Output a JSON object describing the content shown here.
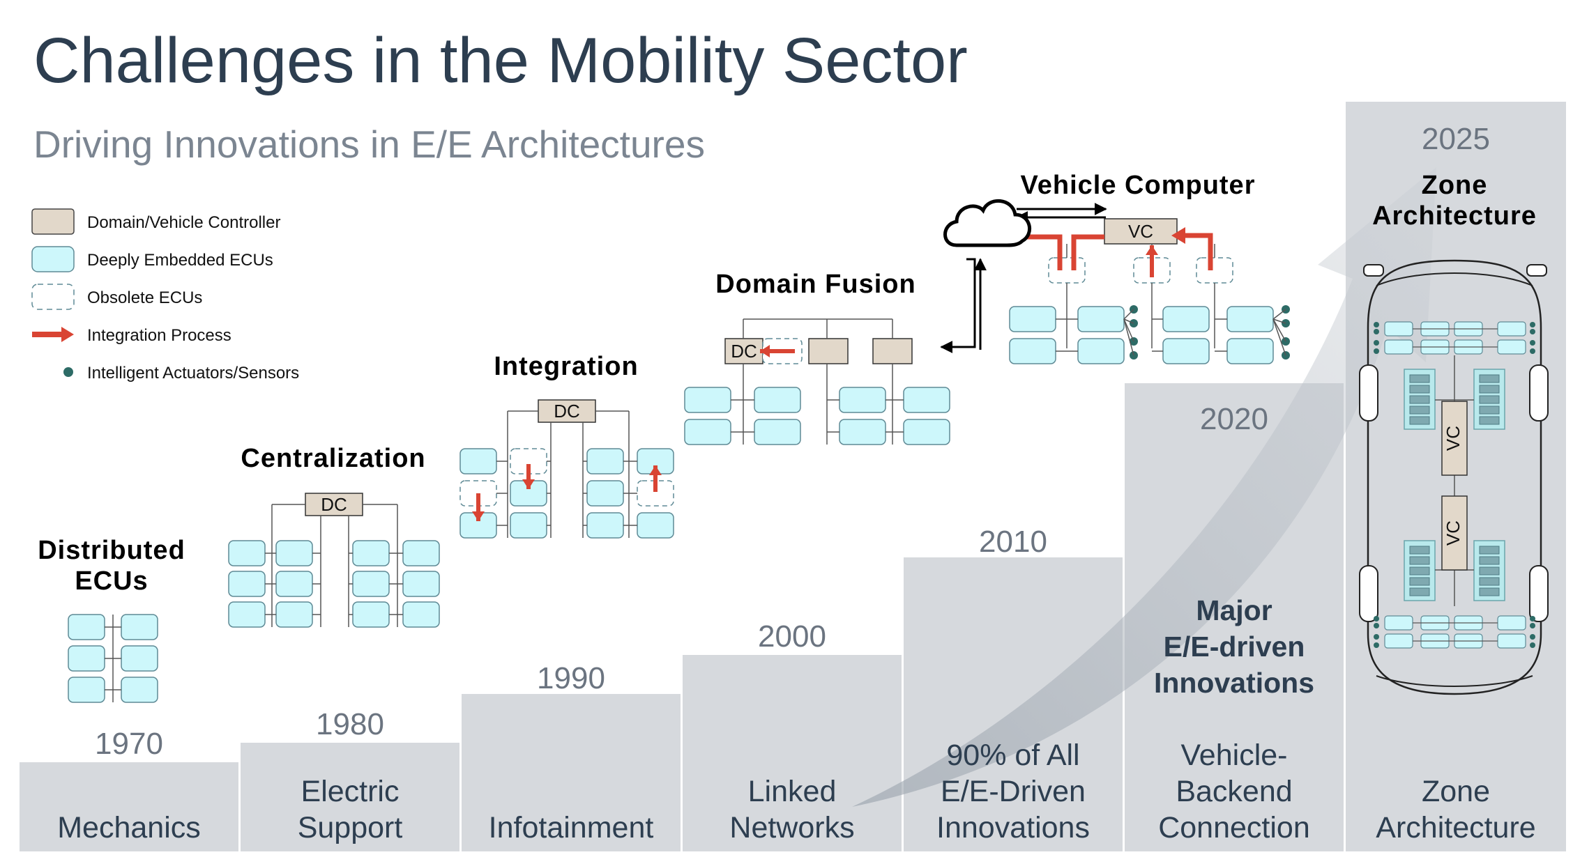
{
  "header": {
    "title": "Challenges in the Mobility Sector",
    "subtitle": "Driving Innovations in E/E Architectures"
  },
  "legend": [
    {
      "label": "Domain/Vehicle Controller",
      "icon": "controller-box"
    },
    {
      "label": "Deeply Embedded ECUs",
      "icon": "ecu-box"
    },
    {
      "label": "Obsolete ECUs",
      "icon": "dashed-box"
    },
    {
      "label": "Integration Process",
      "icon": "red-arrow"
    },
    {
      "label": "Intelligent Actuators/Sensors",
      "icon": "teal-dot"
    }
  ],
  "stages": [
    {
      "year": "1970",
      "era": [
        "Mechanics"
      ],
      "title": [
        "Distributed",
        "ECUs"
      ]
    },
    {
      "year": "1980",
      "era": [
        "Electric",
        "Support"
      ],
      "title": [
        "Centralization"
      ]
    },
    {
      "year": "1990",
      "era": [
        "Infotainment"
      ],
      "title": [
        "Integration"
      ]
    },
    {
      "year": "2000",
      "era": [
        "Linked",
        "Networks"
      ],
      "title": [
        "Domain Fusion"
      ]
    },
    {
      "year": "2010",
      "era": [
        "90% of All",
        "E/E-Driven",
        "Innovations"
      ],
      "title": [
        "Vehicle Computer"
      ]
    },
    {
      "year": "2020",
      "era": [
        "Vehicle-",
        "Backend",
        "Connection"
      ],
      "title": []
    },
    {
      "year": "2025",
      "era": [
        "Zone",
        "Architecture"
      ],
      "title": [
        "Zone",
        "Architecture"
      ]
    }
  ],
  "major_label": [
    "Major",
    "E/E-driven",
    "Innovations"
  ],
  "box_labels": {
    "dc": "DC",
    "vc": "VC"
  },
  "colors": {
    "controller": "#e2d8ca",
    "ecu": "#cdf7fb",
    "ecu_stroke": "#5f8a95",
    "arrow": "#d94433",
    "dot": "#2d6b66",
    "step": "#d6d9dd",
    "title": "#2d3e50"
  },
  "icons": [
    "cloud-icon",
    "car-outline-icon"
  ]
}
